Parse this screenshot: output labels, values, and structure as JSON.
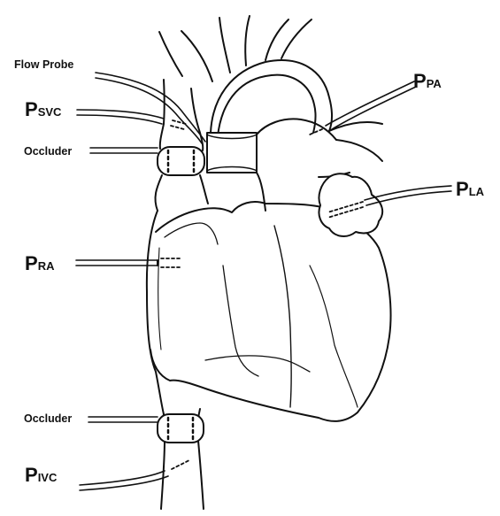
{
  "labels": {
    "flow_probe": "Flow Probe",
    "occluder_top": "Occluder",
    "occluder_bottom": "Occluder",
    "p_svc": {
      "main": "P",
      "sub": "SVC"
    },
    "p_pa": {
      "main": "P",
      "sub": "PA"
    },
    "p_la": {
      "main": "P",
      "sub": "LA"
    },
    "p_ra": {
      "main": "P",
      "sub": "RA"
    },
    "p_ivc": {
      "main": "P",
      "sub": "IVC"
    }
  }
}
